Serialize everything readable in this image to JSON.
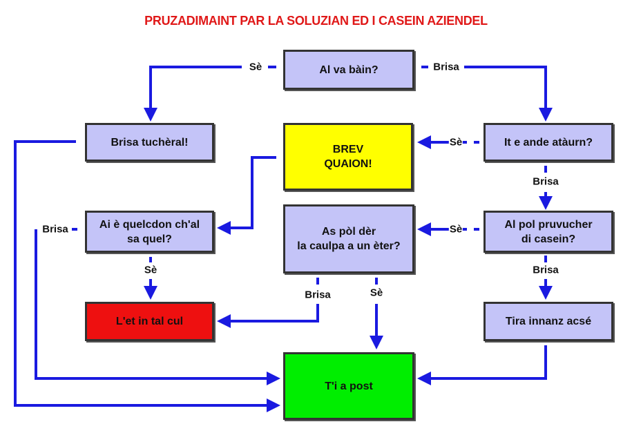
{
  "title": "PRUZADIMAINT PAR LA SOLUZIAN ED I CASEIN AZIENDEL",
  "nodes": {
    "start": "Al va bàin?",
    "dont_touch": "Brisa tuchèral!",
    "idiot": "BREV\nQUAION!",
    "touched": "It e ande atàurn?",
    "anyone_knows": "Ai è quelcdon ch'al\nsa quel?",
    "blame": "As pòl dèr\nla caulpa a un èter?",
    "can_cause": "Al pol pruvucher\ndi casein?",
    "in_trouble": "L'et in tal cul",
    "carry_on": "Tira innanz acsé",
    "ok": "T'i a post"
  },
  "labels": {
    "yes": "Sè",
    "no": "Brisa"
  },
  "colors": {
    "arrow": "#1a1ae0",
    "box": "#c4c4f8",
    "yellow": "#ffff00",
    "red": "#ee1010",
    "green": "#00ee00",
    "title": "#e01818"
  }
}
